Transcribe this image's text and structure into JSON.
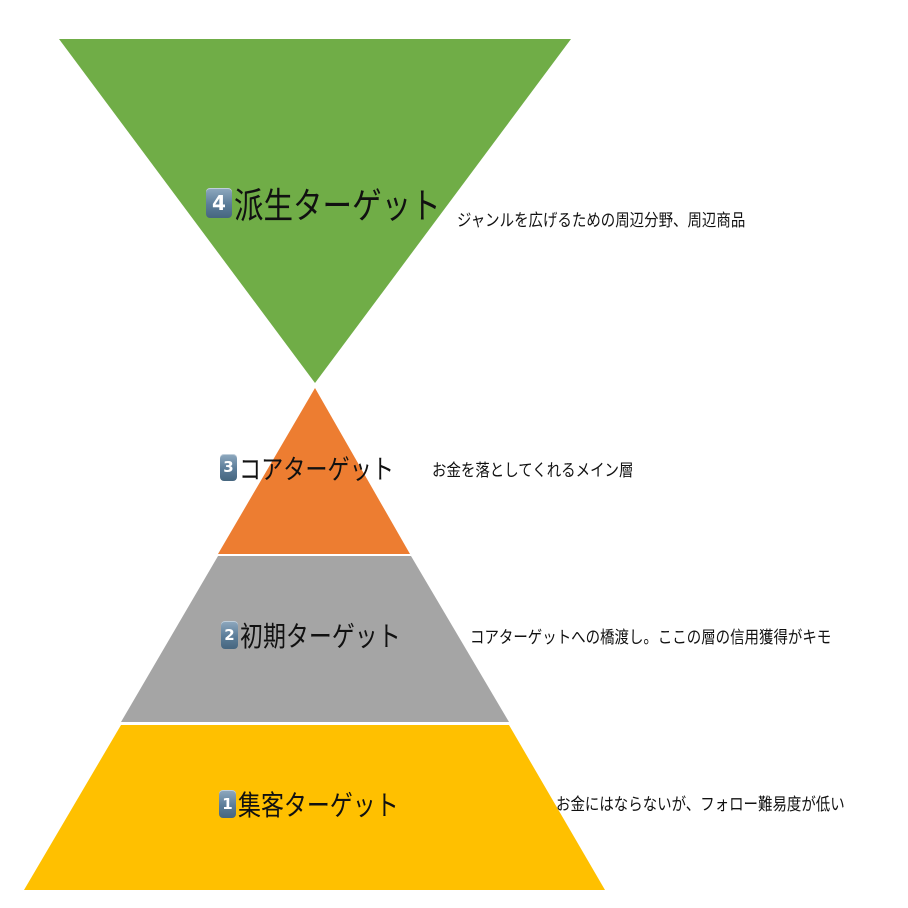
{
  "layers": [
    {
      "badge": "1",
      "label": "集客ターゲット",
      "description": "お金にはならないが、フォロー難易度が低い",
      "color": "#FFC000"
    },
    {
      "badge": "2",
      "label": "初期ターゲット",
      "description": "コアターゲットへの橋渡し。ここの層の信用獲得がキモ",
      "color": "#A5A5A5"
    },
    {
      "badge": "3",
      "label": "コアターゲット",
      "description": "お金を落としてくれるメイン層",
      "color": "#ED7D31"
    },
    {
      "badge": "4",
      "label": "派生ターゲット",
      "description": "ジャンルを広げるための周辺分野、周辺商品",
      "color": "#70AD47"
    }
  ]
}
